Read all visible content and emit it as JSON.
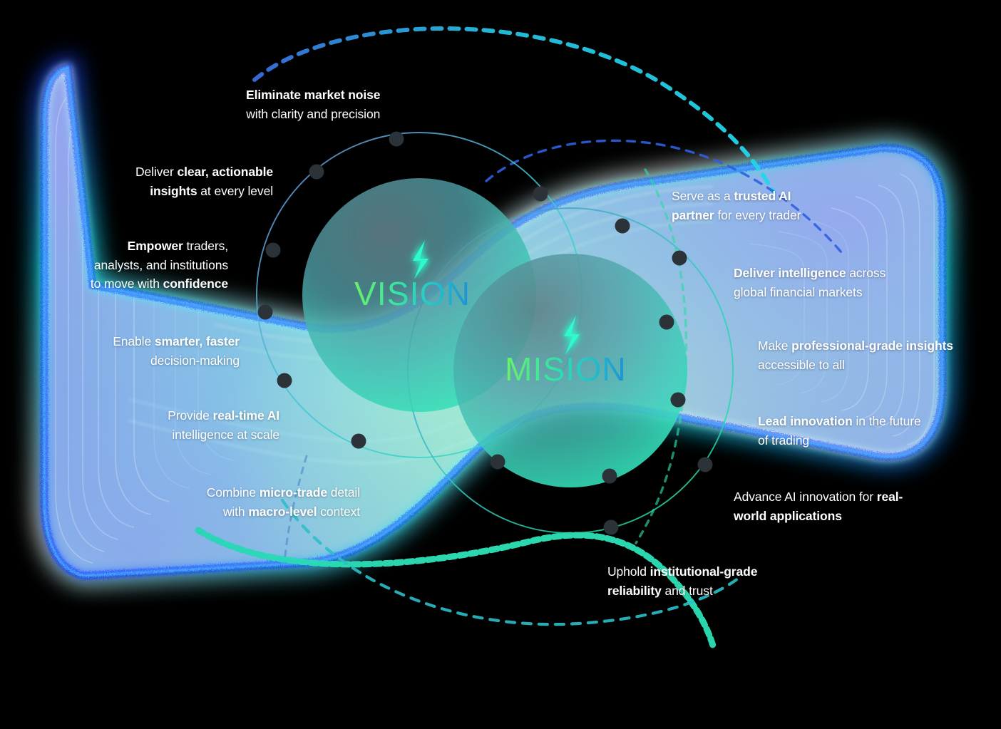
{
  "diagram": {
    "title_left": "VISION",
    "title_right": "MISION",
    "icon_left": "lightning-bolt-icon",
    "icon_right": "lightning-bolt-icon",
    "accent_green": "#2DE8B0",
    "accent_cyan": "#22D3EE",
    "accent_blue": "#1E5BE8",
    "background": "#000000",
    "node_color": "#2B3238"
  },
  "vision": {
    "items": [
      {
        "id": "eliminate-market-noise",
        "bold_head": "Eliminate market noise",
        "rest": "with clarity and precision"
      },
      {
        "id": "deliver-clear-insights",
        "pre": "Deliver ",
        "bold": "clear, actionable",
        "line2_bold": "insights",
        "line2_rest": " at every level"
      },
      {
        "id": "empower-traders",
        "bold": "Empower",
        "rest": " traders,",
        "line2": "analysts, and institutions",
        "line3_pre": "to move with ",
        "line3_bold": "confidence"
      },
      {
        "id": "enable-faster-decisions",
        "pre": "Enable ",
        "bold": "smarter, faster",
        "line2": "decision-making"
      },
      {
        "id": "provide-realtime-ai",
        "pre": "Provide ",
        "bold": "real-time AI",
        "line2": "intelligence at scale"
      },
      {
        "id": "combine-micro-macro",
        "pre": "Combine ",
        "bold": "micro-trade",
        "rest": " detail",
        "line2_pre": "with ",
        "line2_bold": "macro-level",
        "line2_rest": " context"
      }
    ]
  },
  "mission": {
    "items": [
      {
        "id": "trusted-ai-partner",
        "pre": "Serve as a ",
        "bold": "trusted AI",
        "line2_bold": "partner",
        "line2_rest": " for every trader"
      },
      {
        "id": "deliver-intelligence",
        "bold": "Deliver intelligence",
        "rest": " across",
        "line2": "global financial markets"
      },
      {
        "id": "professional-grade-insights",
        "pre": "Make ",
        "bold": "professional-grade insights",
        "line2": "accessible to all"
      },
      {
        "id": "lead-innovation",
        "bold": "Lead innovation",
        "rest": " in the future",
        "line2": "of trading"
      },
      {
        "id": "advance-ai-innovation",
        "pre": "Advance AI innovation for ",
        "bold": "real-",
        "line2_bold": "world applications",
        "line2_rest": ""
      },
      {
        "id": "institutional-grade-reliability",
        "pre": "Uphold ",
        "bold": "institutional-grade",
        "line2_bold": "reliability",
        "line2_rest": " and trust"
      }
    ]
  }
}
